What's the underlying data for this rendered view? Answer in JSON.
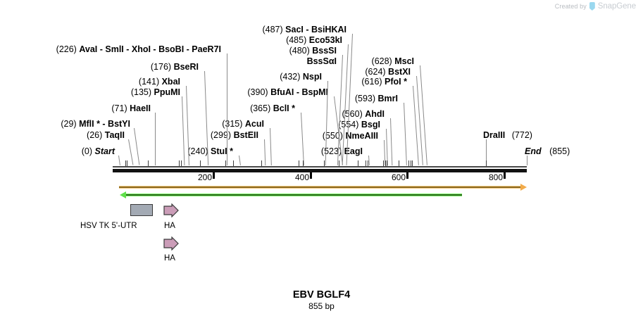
{
  "watermark": {
    "prefix": "Created by",
    "brand": "SnapGene",
    "logo_icon": "snapgene-logo-icon"
  },
  "map": {
    "title": "EBV BGLF4",
    "subtitle": "855 bp",
    "length_bp": 855,
    "axis": {
      "start": 0,
      "end": 855,
      "ticks": [
        {
          "label": "200",
          "value": 200
        },
        {
          "label": "400",
          "value": 400
        },
        {
          "label": "600",
          "value": 600
        },
        {
          "label": "800",
          "value": 800
        }
      ]
    },
    "markers": [
      {
        "pos_label": "(0)",
        "name": "Start",
        "italic": true,
        "value": 0
      },
      {
        "pos_label": "(855)",
        "name": "End",
        "italic": true,
        "value": 855
      }
    ],
    "enzymes": [
      {
        "pos_label": "(226)",
        "names": "AvaI  -  SmlI  -  XhoI  -  BsoBI  -  PaeR7I",
        "value": 226
      },
      {
        "pos_label": "(176)",
        "names": "BseRI",
        "value": 176
      },
      {
        "pos_label": "(141)",
        "names": "XbaI",
        "value": 141
      },
      {
        "pos_label": "(135)",
        "names": "PpuMI",
        "value": 135
      },
      {
        "pos_label": "(71)",
        "names": "HaeII",
        "value": 71
      },
      {
        "pos_label": "(29)",
        "names": "MflI * - BstYI",
        "value": 29
      },
      {
        "pos_label": "(26)",
        "names": "TaqII",
        "value": 26
      },
      {
        "pos_label": "(487)",
        "names": "SacI  -  BsiHKAI",
        "value": 487
      },
      {
        "pos_label": "(485)",
        "names": "Eco53kI",
        "value": 485
      },
      {
        "pos_label": "(480)",
        "names": "BssSI",
        "value": 480
      },
      {
        "pos_label": "",
        "names": "BssSαI",
        "value": 480
      },
      {
        "pos_label": "(432)",
        "names": "NspI",
        "value": 432
      },
      {
        "pos_label": "(390)",
        "names": "BfuAI  -  BspMI",
        "value": 390
      },
      {
        "pos_label": "(365)",
        "names": "BclI *",
        "value": 365
      },
      {
        "pos_label": "(315)",
        "names": "AcuI",
        "value": 315
      },
      {
        "pos_label": "(299)",
        "names": "BstEII",
        "value": 299
      },
      {
        "pos_label": "(240)",
        "names": "StuI *",
        "value": 240
      },
      {
        "pos_label": "(628)",
        "names": "MscI",
        "value": 628
      },
      {
        "pos_label": "(624)",
        "names": "BstXI",
        "value": 624
      },
      {
        "pos_label": "(616)",
        "names": "PfoI *",
        "value": 616
      },
      {
        "pos_label": "(593)",
        "names": "BmrI",
        "value": 593
      },
      {
        "pos_label": "(560)",
        "names": "AhdI",
        "value": 560
      },
      {
        "pos_label": "(554)",
        "names": "BsgI",
        "value": 554
      },
      {
        "pos_label": "(550)",
        "names": "NmeAIII",
        "value": 550
      },
      {
        "pos_label": "(523)",
        "names": "EagI",
        "value": 523
      },
      {
        "pos_label": "(772)",
        "names": "DraIII",
        "value": 772
      }
    ],
    "features": [
      {
        "name": "HSV TK 5'-UTR",
        "shape": "box",
        "color": "#a3aab4"
      },
      {
        "name": "HA",
        "shape": "arrow-right",
        "color": "#cb9db8"
      },
      {
        "name": "HA",
        "shape": "arrow-right",
        "color": "#cb9db8"
      }
    ],
    "strands": [
      {
        "name": "forward-strand",
        "direction": "right",
        "color": "#f4c278",
        "core_color": "#8a6a22"
      },
      {
        "name": "reverse-strand",
        "direction": "left",
        "color": "#7ef06a",
        "core_color": "#2f6b1f"
      }
    ]
  }
}
